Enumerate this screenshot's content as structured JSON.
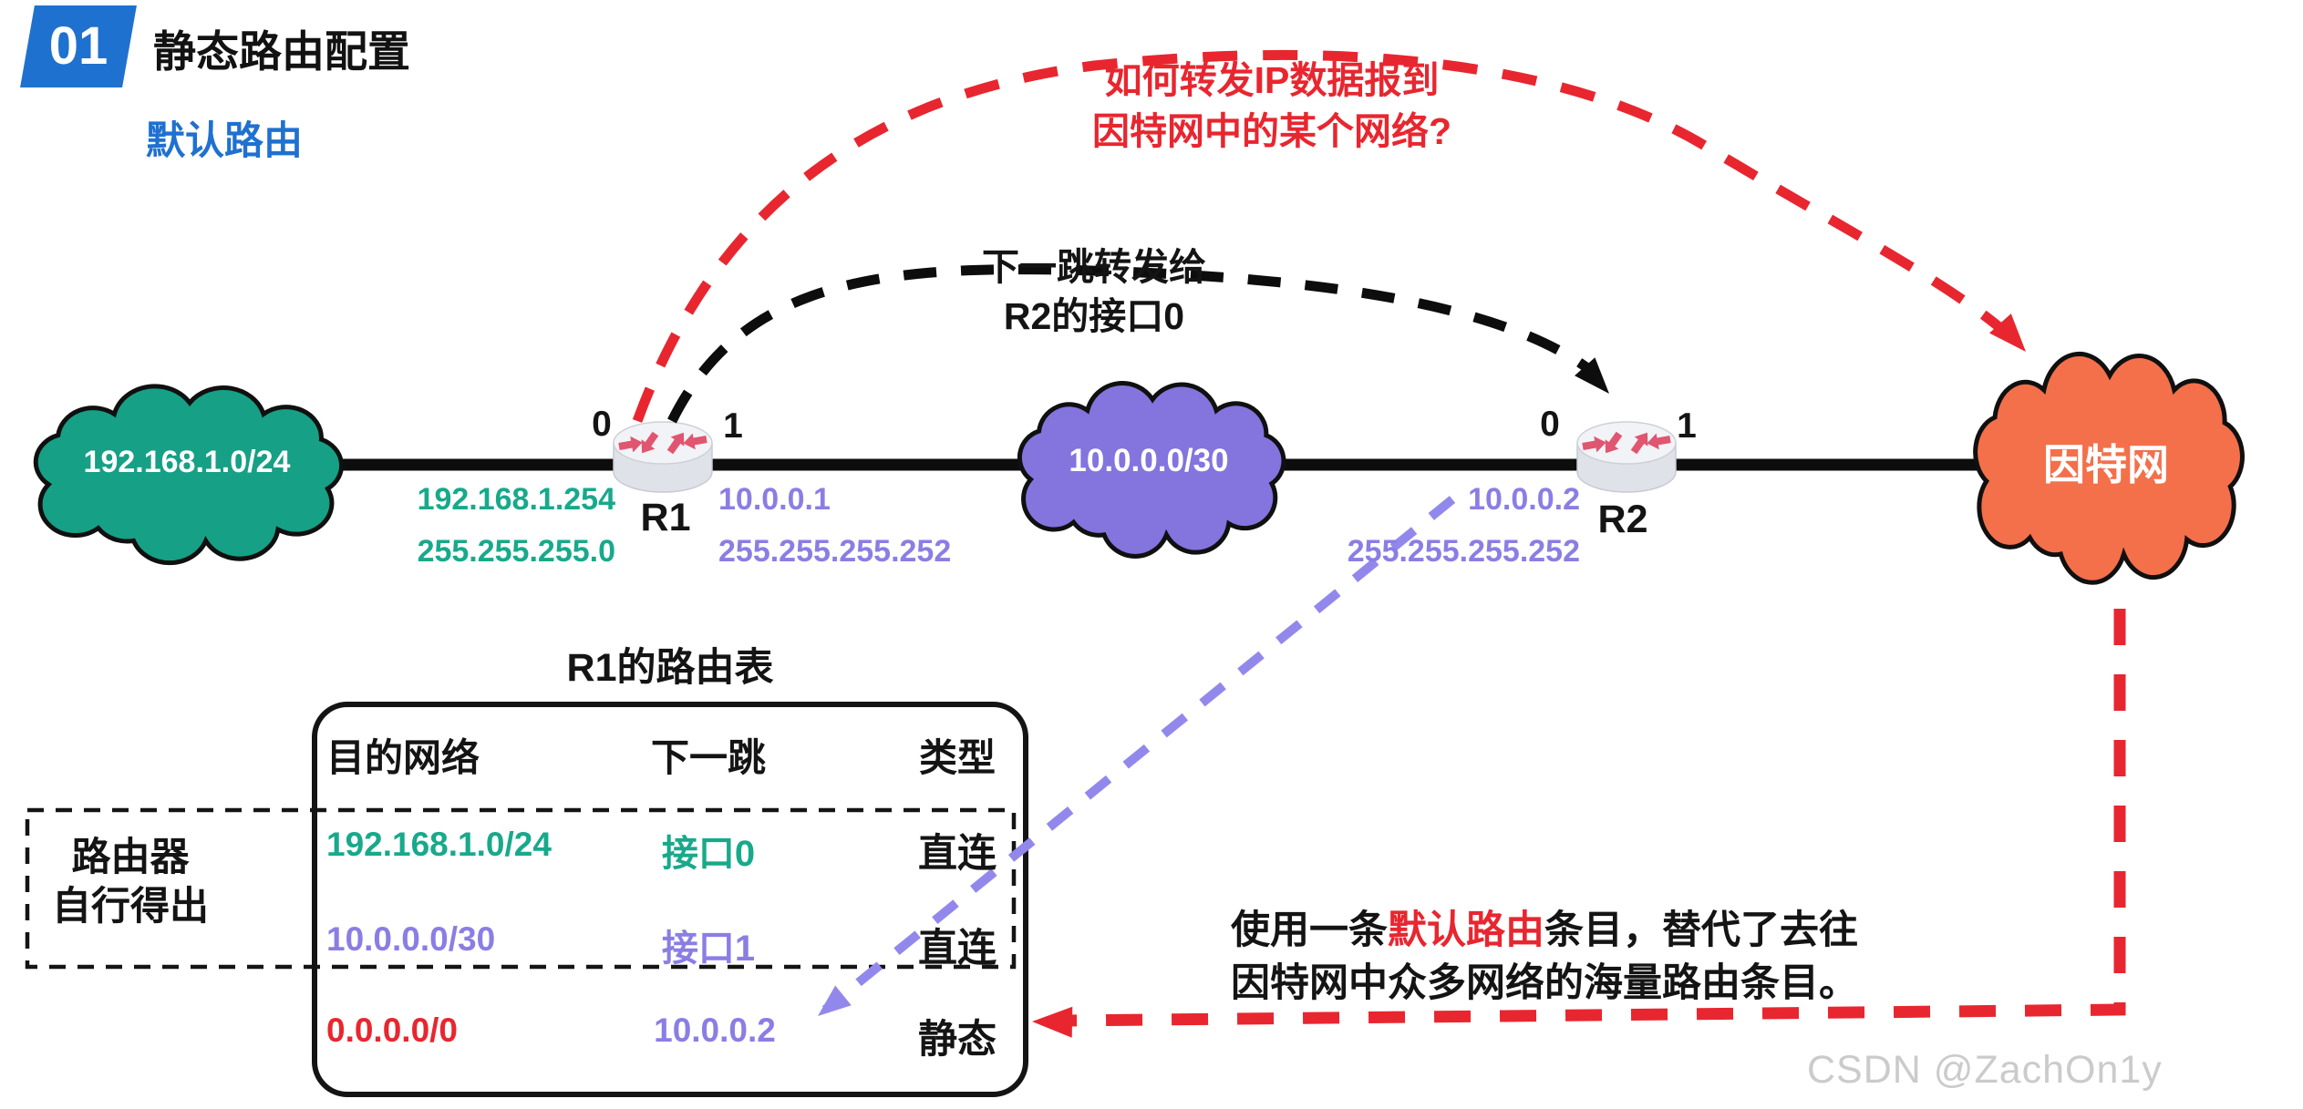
{
  "header": {
    "badge": "01",
    "title": "静态路由配置",
    "subtitle": "默认路由"
  },
  "annotations": {
    "question_line1": "如何转发IP数据报到",
    "question_line2": "因特网中的某个网络?",
    "next_hop_line1": "下一跳转发给",
    "next_hop_line2": "R2的接口0",
    "derived_label_line1": "路由器",
    "derived_label_line2": "自行得出",
    "note_pre": "使用一条",
    "note_highlight": "默认路由",
    "note_post": "条目，替代了去往",
    "note_line2": "因特网中众多网络的海量路由条目。"
  },
  "topology": {
    "lan_cloud": {
      "label": "192.168.1.0/24"
    },
    "wan_cloud": {
      "label": "10.0.0.0/30"
    },
    "internet_cloud": {
      "label": "因特网"
    },
    "routers": [
      {
        "name": "R1",
        "if_left": "0",
        "if_right": "1",
        "left_ip": "192.168.1.254",
        "left_mask": "255.255.255.0",
        "right_ip": "10.0.0.1",
        "right_mask": "255.255.255.252"
      },
      {
        "name": "R2",
        "if_left": "0",
        "if_right": "1",
        "left_ip": "10.0.0.2",
        "left_mask": "255.255.255.252"
      }
    ]
  },
  "routing_table": {
    "title": "R1的路由表",
    "columns": [
      "目的网络",
      "下一跳",
      "类型"
    ],
    "rows": [
      {
        "dest": "192.168.1.0/24",
        "next_hop": "接口0",
        "type": "直连"
      },
      {
        "dest": "10.0.0.0/30",
        "next_hop": "接口1",
        "type": "直连"
      },
      {
        "dest": "0.0.0.0/0",
        "next_hop": "10.0.0.2",
        "type": "静态"
      }
    ]
  },
  "watermark": "CSDN @ZachOn1y",
  "colors": {
    "accent_blue": "#1F71D0",
    "teal": "#18A98B",
    "teal_cloud": "#16A085",
    "purple_text": "#8A7EE4",
    "purple_cloud": "#8374DE",
    "orange_cloud": "#F3704B",
    "red": "#E8262F",
    "black": "#141414",
    "watermark_gray": "#CBCBCB"
  }
}
